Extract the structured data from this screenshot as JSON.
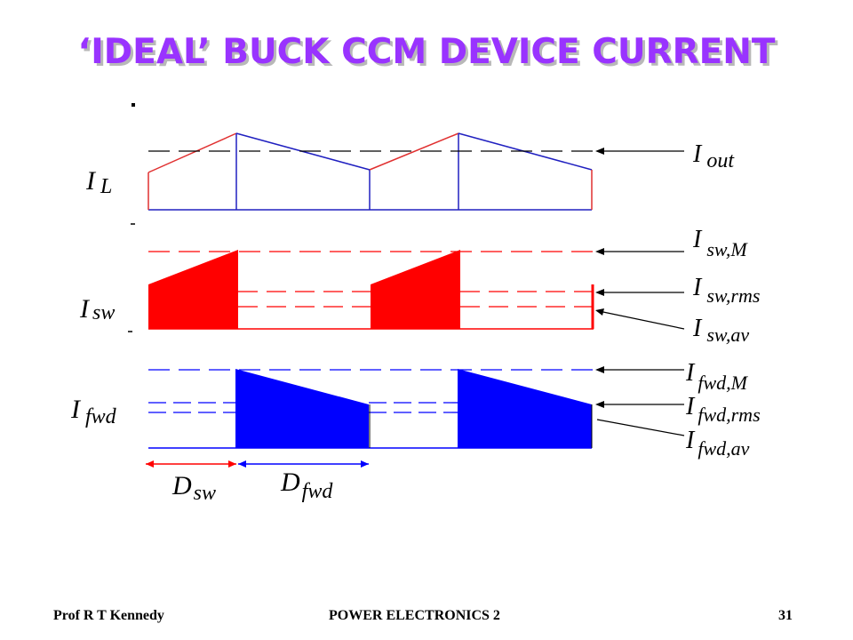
{
  "title": "‘IDEAL’ BUCK CCM DEVICE CURRENT",
  "footer": {
    "author": "Prof R T Kennedy",
    "course": "POWER ELECTRONICS 2",
    "page": "31"
  },
  "labels": {
    "il": {
      "main": "I",
      "sub": "L"
    },
    "isw": {
      "main": "I",
      "sub": "sw"
    },
    "ifwd": {
      "main": "I",
      "sub": "fwd"
    },
    "iout": {
      "main": "I",
      "sub": "out"
    },
    "isw_m": {
      "main": "I",
      "sub": "sw,M"
    },
    "isw_rms": {
      "main": "I",
      "sub": "sw,rms"
    },
    "isw_av": {
      "main": "I",
      "sub": "sw,av"
    },
    "ifwd_m": {
      "main": "I",
      "sub": "fwd,M"
    },
    "ifwd_rms": {
      "main": "I",
      "sub": "fwd,rms"
    },
    "ifwd_av": {
      "main": "I",
      "sub": "fwd,av"
    },
    "dsw": {
      "main": "D",
      "sub": "sw"
    },
    "dfwd": {
      "main": "D",
      "sub": "fwd"
    }
  },
  "colors": {
    "title": "#9933ff",
    "switch": "#ff0000",
    "diode": "#0000ff",
    "inductor_rise": "#e03030",
    "inductor_fall": "#2020c0"
  }
}
